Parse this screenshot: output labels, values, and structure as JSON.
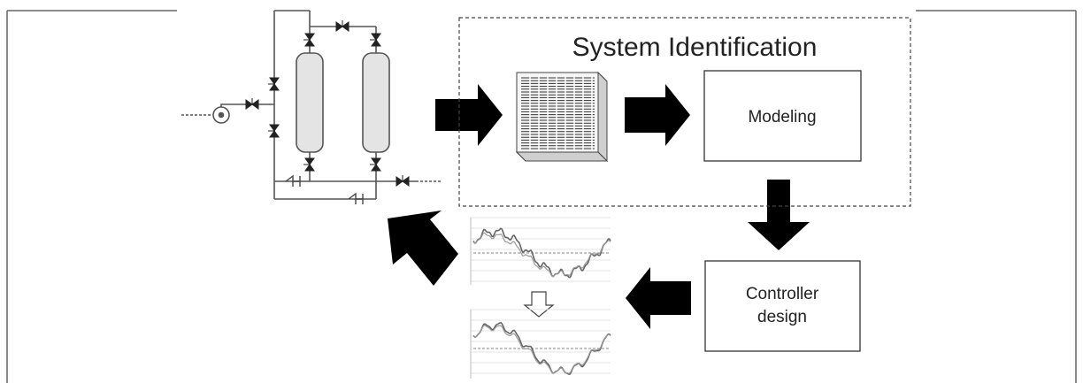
{
  "title": "System Identification",
  "modeling_label": "Modeling",
  "controller_label_line1": "Controller",
  "controller_label_line2": "design",
  "colors": {
    "arrow": "#000000",
    "line": "#555555",
    "vessel_fill": "#e4e4e4",
    "box_border": "#333333",
    "dashed_border": "#444444",
    "wave_dark": "#666666",
    "wave_light": "#9a9a9a",
    "grid": "#e6e6e6"
  }
}
